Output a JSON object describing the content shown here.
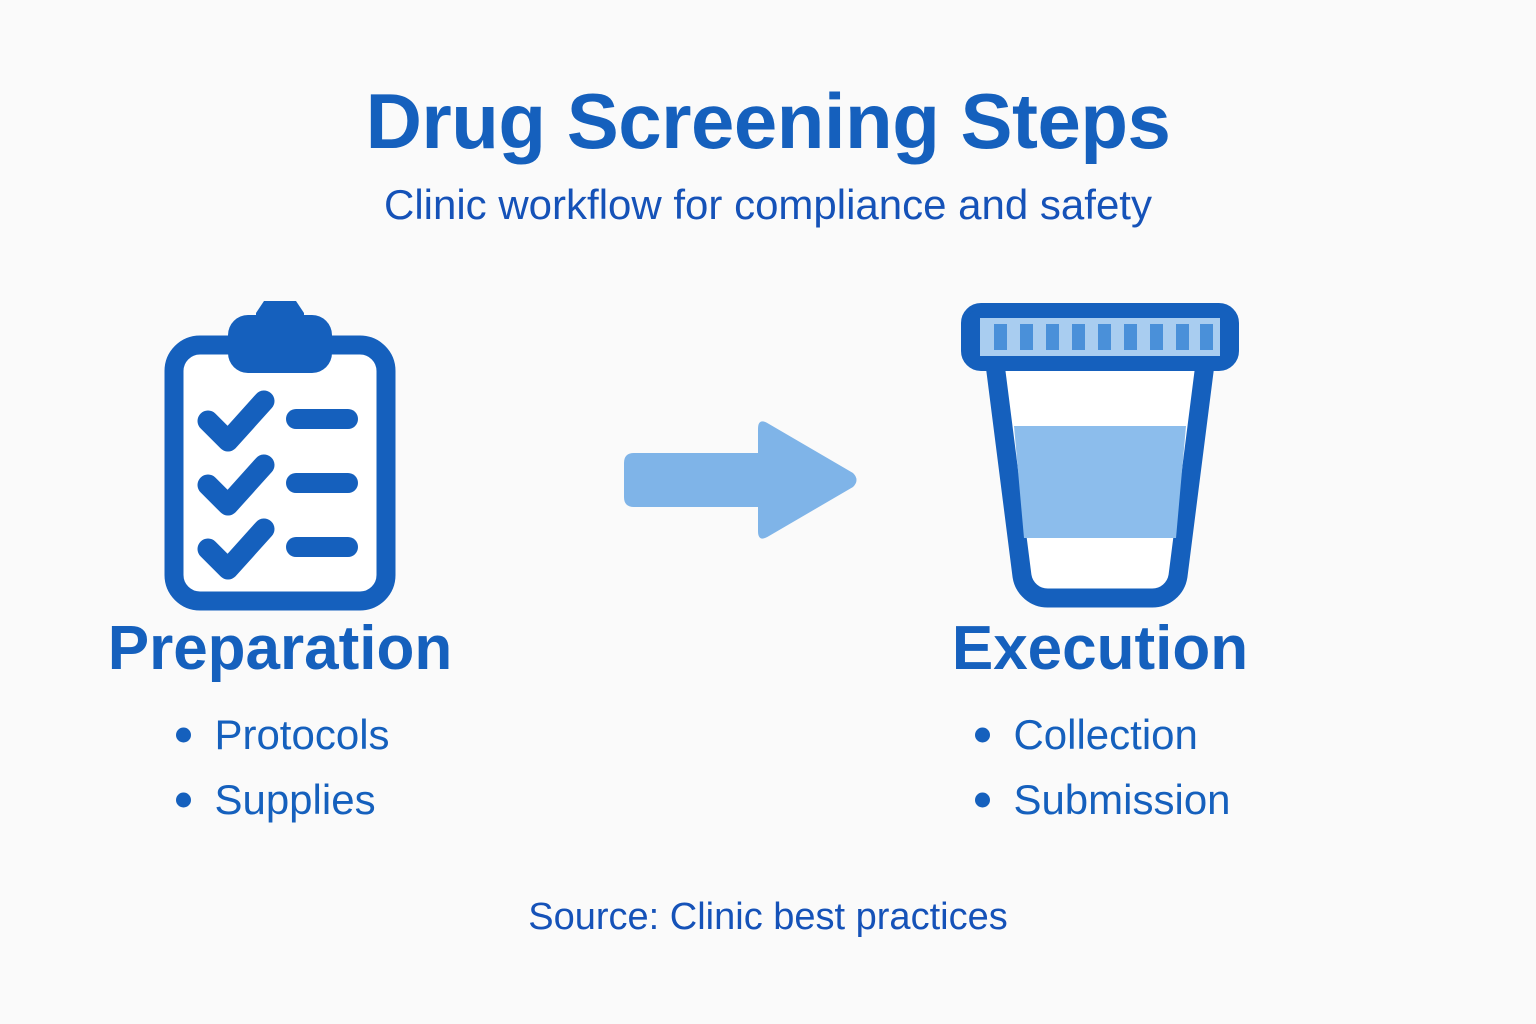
{
  "header": {
    "title": "Drug Screening Steps",
    "subtitle": "Clinic workflow for compliance and safety"
  },
  "steps": [
    {
      "label": "Preparation",
      "icon": "clipboard-checklist-icon",
      "bullets": [
        "Protocols",
        "Supplies"
      ]
    },
    {
      "label": "Execution",
      "icon": "specimen-cup-icon",
      "bullets": [
        "Collection",
        "Submission"
      ]
    }
  ],
  "connector": {
    "icon": "right-arrow-icon"
  },
  "footer": {
    "source": "Source: Clinic best practices"
  },
  "colors": {
    "background": "#fafafa",
    "primary_blue": "#1560bd",
    "text_blue": "#1552b8",
    "light_blue": "#8cbdec",
    "arrow_blue": "#7fb4e8",
    "lid_fill": "#a9cdf0",
    "lid_ridge": "#4a90d9"
  }
}
